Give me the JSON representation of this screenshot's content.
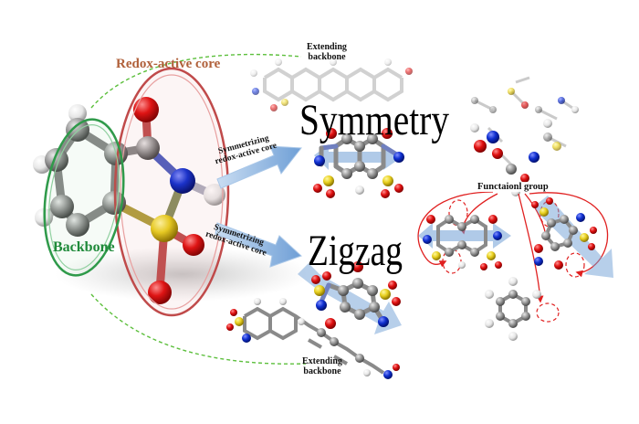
{
  "labels": {
    "redox_core": "Redox-active core",
    "backbone": "Backbone",
    "extending_backbone_top": "Extending\nbackbone",
    "extending_backbone_bottom": "Extending\nbackbone",
    "symmetrizing_top": "Symmetrizing\nredox-active core",
    "symmetrizing_bottom": "Symmetrizing\nredox-active core",
    "symmetry": "Symmetry",
    "zigzag": "Zigzag",
    "functional_group": "Functaionl group"
  },
  "colors": {
    "carbon": "#8a8a8a",
    "oxygen": "#e01010",
    "nitrogen": "#1030d0",
    "sulfur": "#e8d020",
    "hydrogen": "#f2f2f2",
    "core_ring": "#c04a4a",
    "backbone_ring": "#2f9a4a",
    "guide_line": "#5cbf3c",
    "red_arrow": "#e02020",
    "blue_arrow": "#7fa8d8"
  }
}
